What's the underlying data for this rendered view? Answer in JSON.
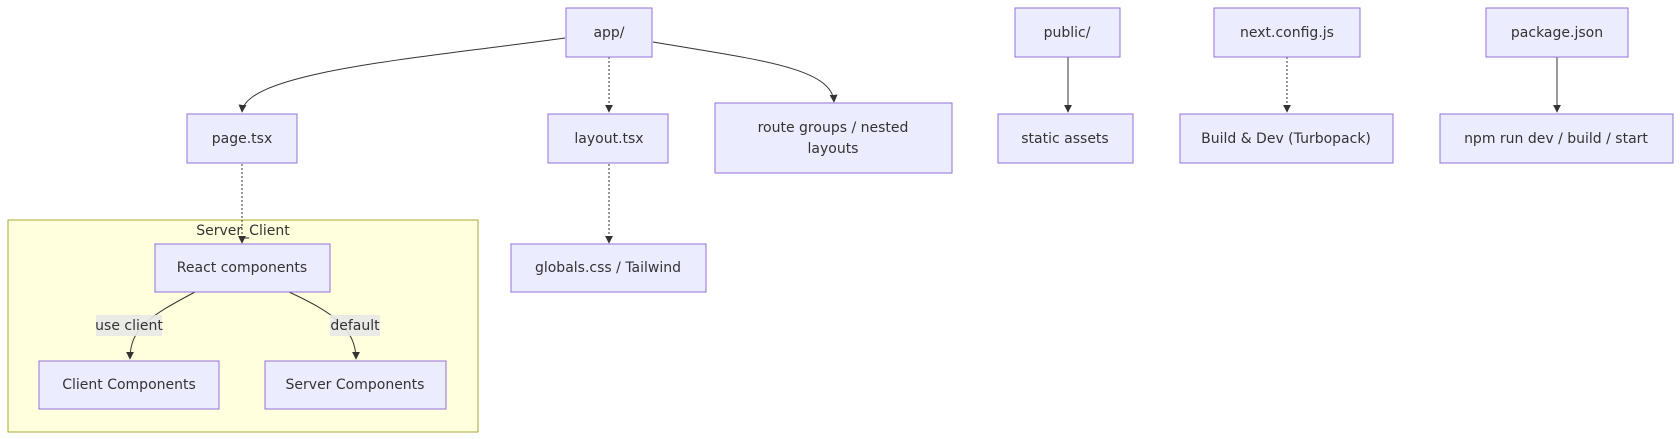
{
  "nodes": {
    "app": "app/",
    "public": "public/",
    "next_config": "next.config.js",
    "package_json": "package.json",
    "page": "page.tsx",
    "layout": "layout.tsx",
    "route_groups": [
      "route groups / nested",
      "layouts"
    ],
    "static_assets": "static assets",
    "build_dev": "Build & Dev (Turbopack)",
    "npm_run": "npm run dev / build / start",
    "globals": "globals.css / Tailwind",
    "react_components": "React components",
    "client_components": "Client Components",
    "server_components": "Server Components"
  },
  "cluster": {
    "title": "Server_Client"
  },
  "edge_labels": {
    "use_client": "use client",
    "default": "default"
  }
}
